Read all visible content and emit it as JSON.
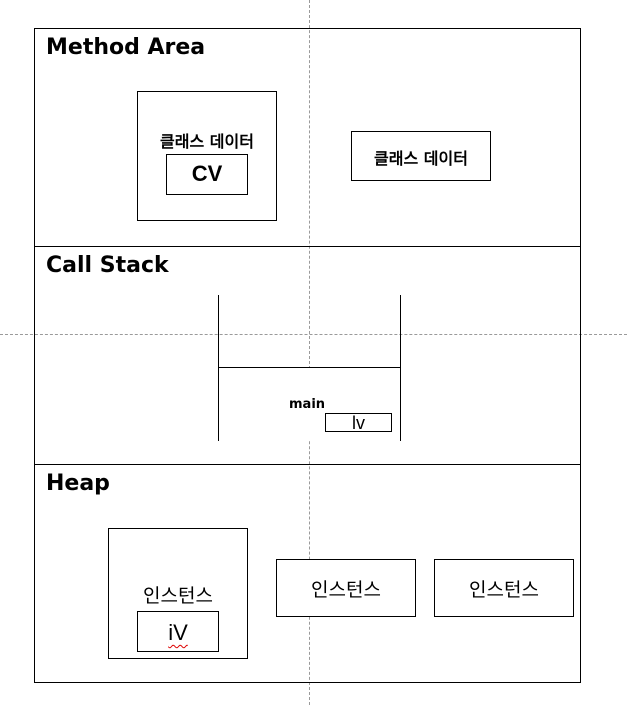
{
  "method_area": {
    "title": "Method Area",
    "class_box_1": {
      "label": "클래스 데이터",
      "cv_label": "CV"
    },
    "class_box_2": {
      "label": "클래스 데이터"
    }
  },
  "call_stack": {
    "title": "Call Stack",
    "frame": {
      "label": "main",
      "var_label": "lv"
    }
  },
  "heap": {
    "title": "Heap",
    "instances": [
      {
        "label": "인스턴스",
        "var_label": "iV"
      },
      {
        "label": "인스턴스"
      },
      {
        "label": "인스턴스"
      }
    ]
  }
}
